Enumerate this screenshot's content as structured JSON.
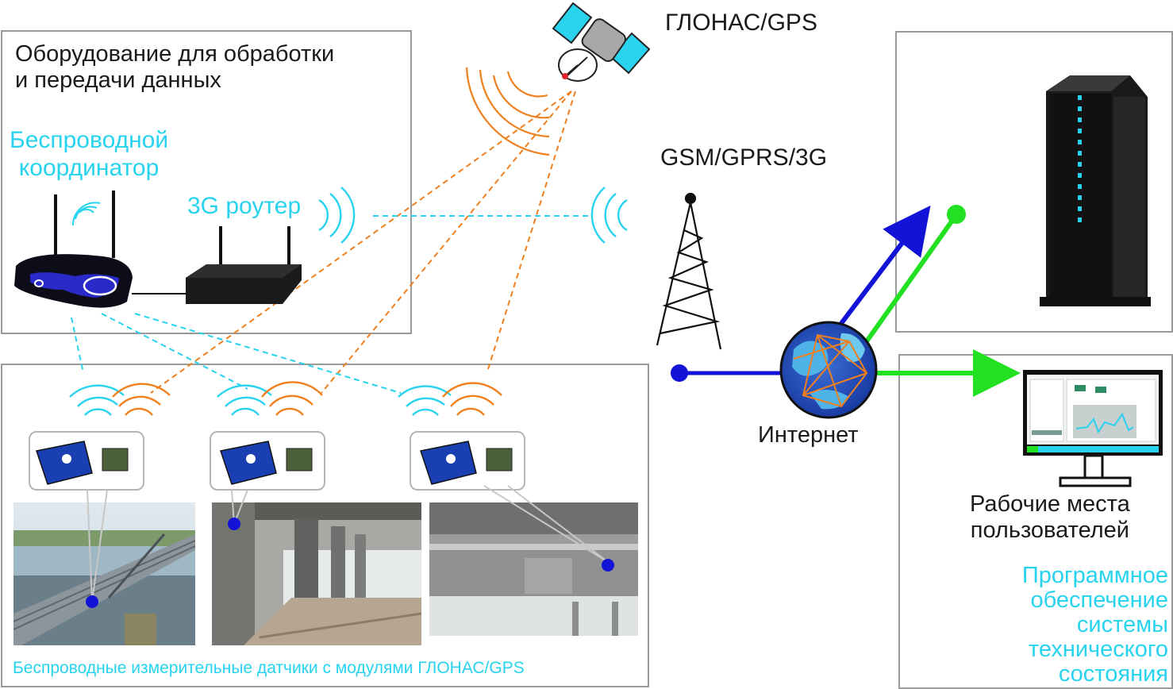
{
  "labels": {
    "equipment_title_line1": "Оборудование для обработки",
    "equipment_title_line2": "и передачи данных",
    "wireless_coord_line1": "Беспроводной",
    "wireless_coord_line2": "координатор",
    "router_3g": "3G роутер",
    "glonass_gps": "ГЛОНАС/GPS",
    "gsm": "GSM/GPRS/3G",
    "internet": "Интернет",
    "workplaces_line1": "Рабочие места",
    "workplaces_line2": "пользователей",
    "software_lines": [
      "Программное",
      "обеспечение",
      "системы",
      "технического",
      "состояния"
    ],
    "sensors_caption": "Беспроводные измерительные датчики с модулями ГЛОНАС/GPS"
  },
  "icons": {
    "satellite": "satellite-icon",
    "tower": "cell-tower-icon",
    "globe": "internet-globe-icon",
    "server": "server-rack-icon",
    "monitor": "workstation-monitor-icon",
    "coordinator": "wireless-coordinator-icon",
    "router": "3g-router-icon",
    "sensor": "sensor-module-icon",
    "gps_chip": "gps-module-icon"
  },
  "colors": {
    "orange": "#f07f1e",
    "cyan": "#27d3ee",
    "blue": "#1313d8",
    "green": "#22e022",
    "border": "#9a9a9a",
    "text": "#1a1a1a"
  }
}
